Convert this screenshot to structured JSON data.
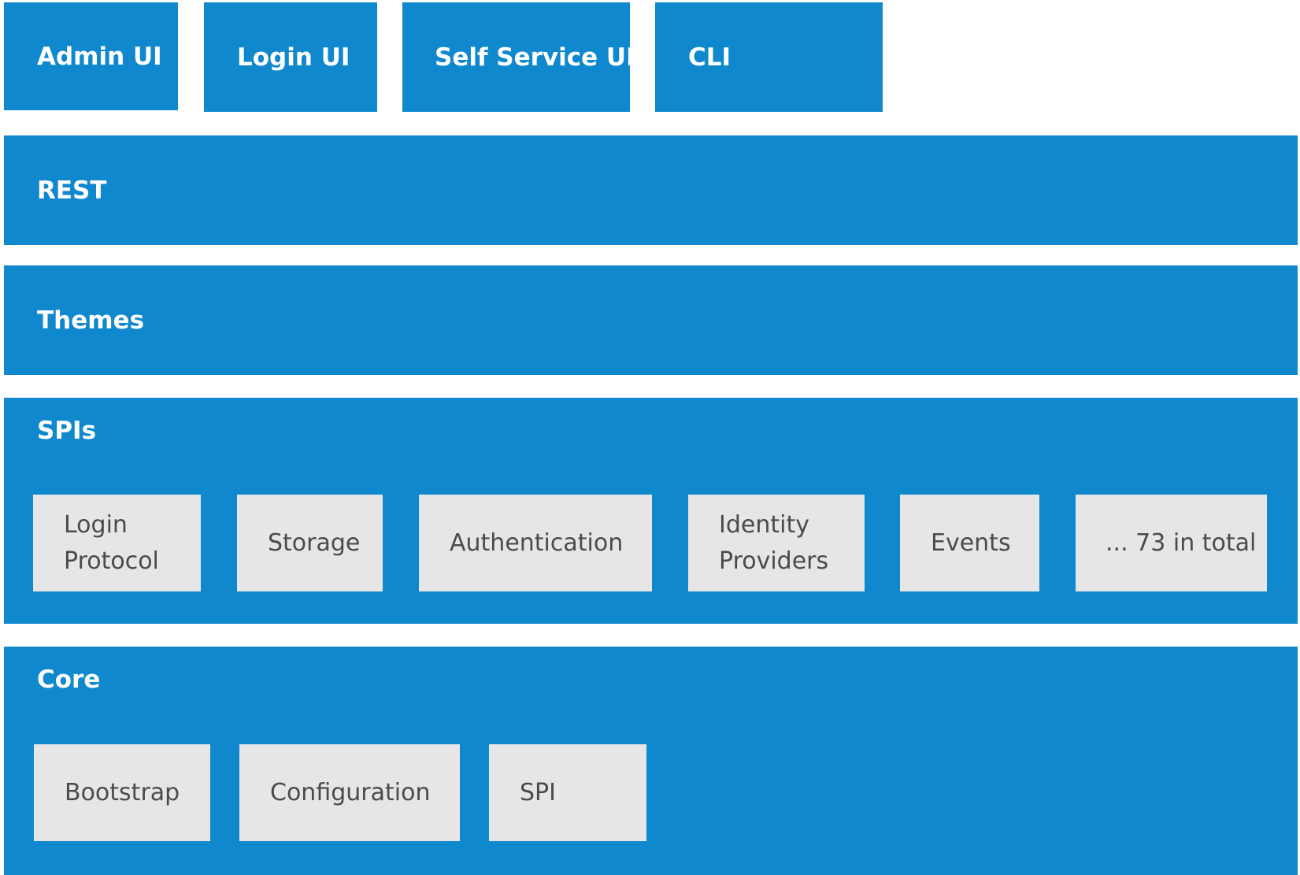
{
  "ui_layer": {
    "items": [
      "Admin UI",
      "Login UI",
      "Self Service UI",
      "CLI"
    ]
  },
  "rest_layer": {
    "title": "REST"
  },
  "themes_layer": {
    "title": "Themes"
  },
  "spis_layer": {
    "title": "SPIs",
    "items": [
      {
        "line1": "Login",
        "line2": "Protocol"
      },
      {
        "line1": "Storage"
      },
      {
        "line1": "Authentication"
      },
      {
        "line1": "Identity",
        "line2": "Providers"
      },
      {
        "line1": "Events"
      },
      {
        "line1": "... 73 in total"
      }
    ]
  },
  "core_layer": {
    "title": "Core",
    "items": [
      "Bootstrap",
      "Configuration",
      "SPI"
    ]
  },
  "colors": {
    "layer_blue": "#1088ce",
    "component_grey": "#e6e6e6",
    "component_text": "#4b4b4b",
    "layer_text": "#ffffff"
  }
}
